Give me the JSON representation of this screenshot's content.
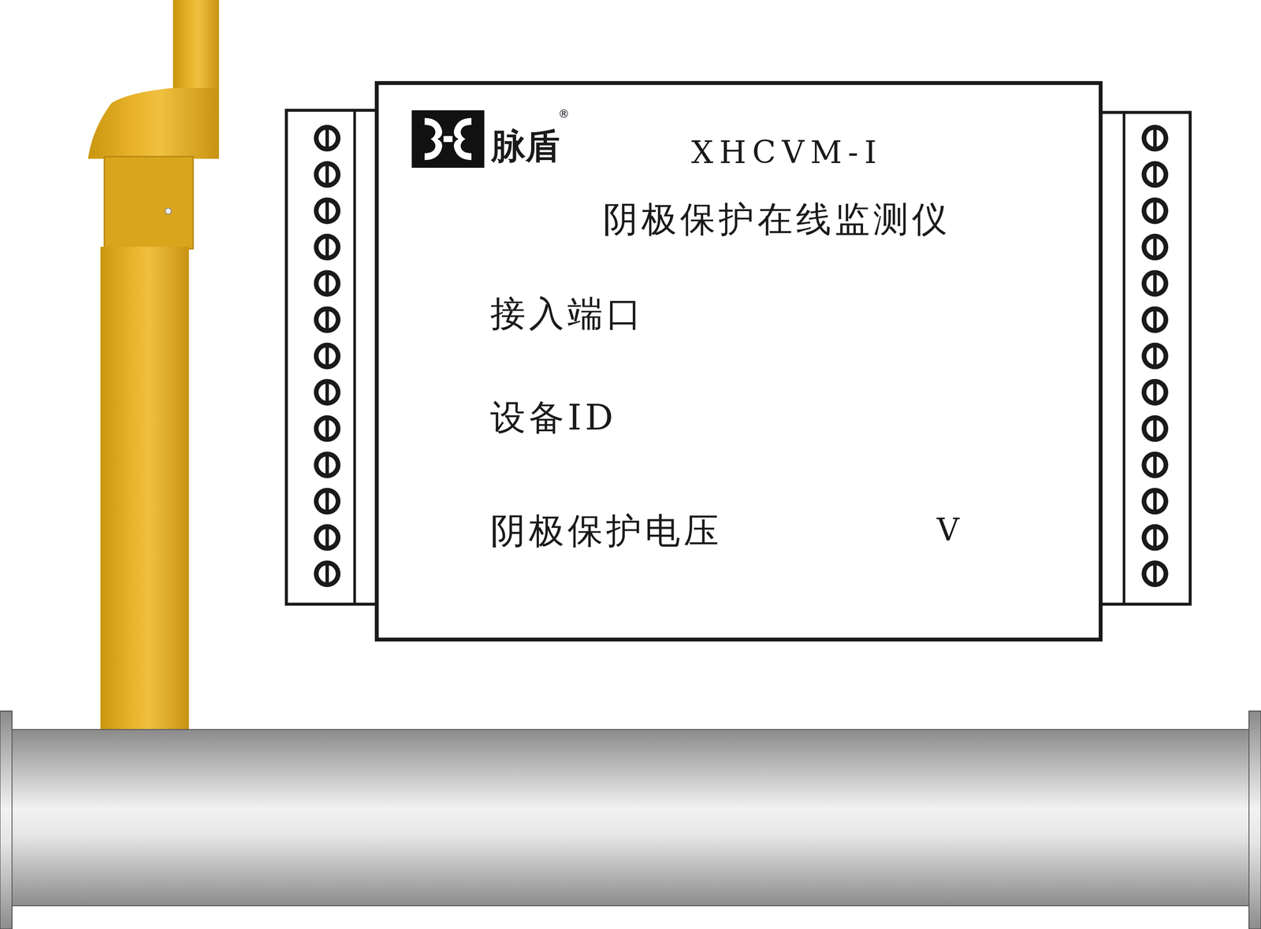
{
  "diagram": {
    "nodes": [
      {
        "text": [
          "脉盾",
          "XHCVM-Ⅰ",
          "阴极保护在线监测仪",
          "接入端口",
          "设备ID",
          "阴极保护电压",
          "V"
        ]
      }
    ],
    "labels": [
      "®"
    ]
  }
}
